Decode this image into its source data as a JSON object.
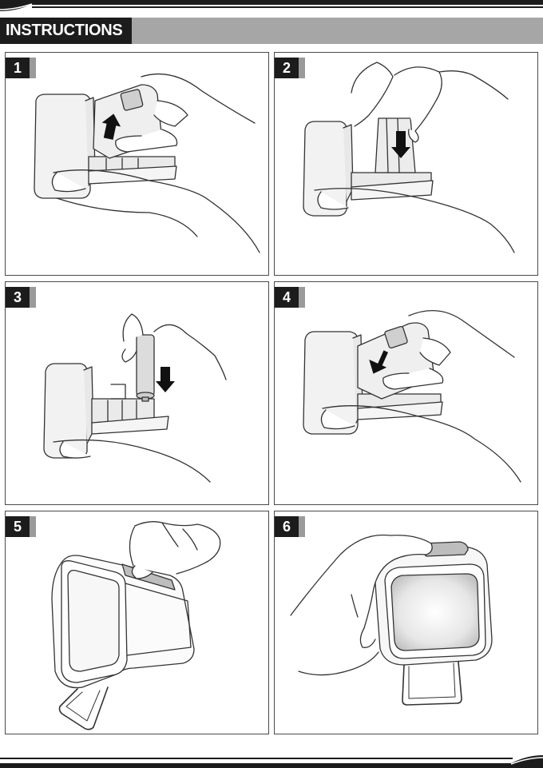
{
  "header": {
    "title": "INSTRUCTIONS"
  },
  "steps": [
    {
      "number": "1"
    },
    {
      "number": "2"
    },
    {
      "number": "3"
    },
    {
      "number": "4"
    },
    {
      "number": "5"
    },
    {
      "number": "6"
    }
  ]
}
